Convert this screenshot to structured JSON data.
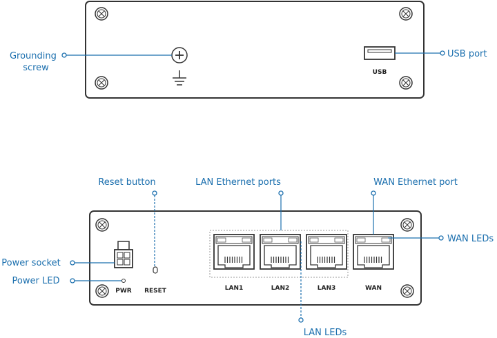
{
  "top_panel": {
    "callouts": {
      "grounding": "Grounding\nscrew",
      "usb": "USB port"
    },
    "port_labels": {
      "usb": "USB"
    }
  },
  "bottom_panel": {
    "callouts": {
      "reset_button": "Reset button",
      "lan_ports": "LAN Ethernet ports",
      "wan_port": "WAN Ethernet port",
      "wan_leds": "WAN LEDs",
      "power_socket": "Power socket",
      "power_led": "Power LED",
      "lan_leds": "LAN LEDs"
    },
    "port_labels": {
      "pwr": "PWR",
      "reset": "RESET",
      "lan1": "LAN1",
      "lan2": "LAN2",
      "lan3": "LAN3",
      "wan": "WAN"
    }
  },
  "colors": {
    "accent": "#1b6fae",
    "outline": "#333333"
  }
}
